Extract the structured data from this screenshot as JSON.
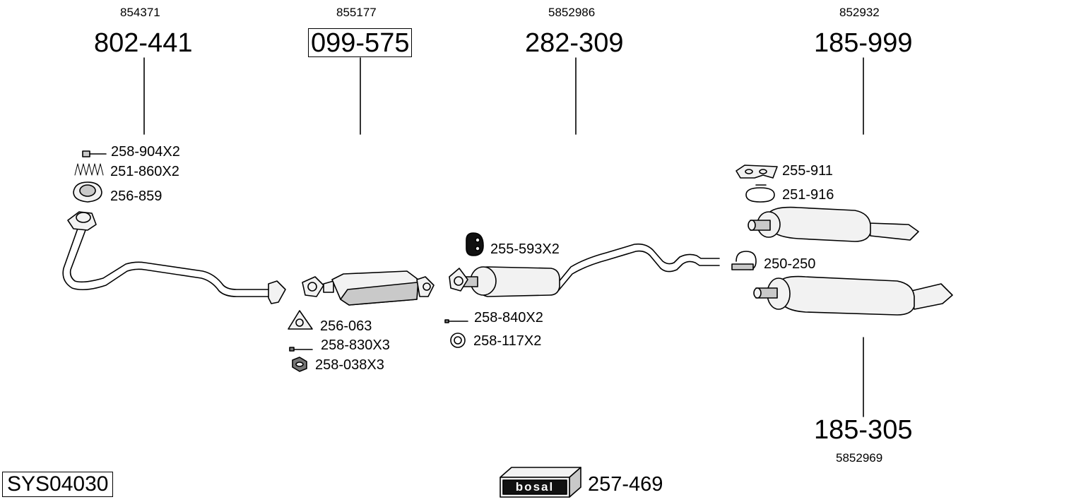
{
  "system_code": "SYS04030",
  "brand": {
    "logo_text": "bosal",
    "part": "257-469"
  },
  "main_parts": [
    {
      "oe": "854371",
      "part": "802-441"
    },
    {
      "oe": "855177",
      "part": "099-575"
    },
    {
      "oe": "5852986",
      "part": "282-309"
    },
    {
      "oe": "852932",
      "part": "185-999"
    },
    {
      "oe": "5852969",
      "part": "185-305"
    }
  ],
  "accessories": [
    "258-904X2",
    "251-860X2",
    "256-859",
    "256-063",
    "258-830X3",
    "258-038X3",
    "255-593X2",
    "258-840X2",
    "258-117X2",
    "255-911",
    "251-916",
    "250-250"
  ]
}
